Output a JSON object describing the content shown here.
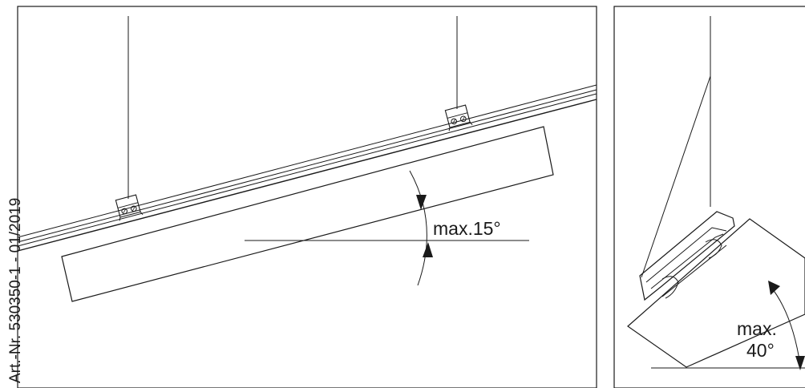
{
  "document_code": "Art.-Nr. 530350-1 - 01/2019",
  "left_view": {
    "angle_label": "max.15°"
  },
  "right_view": {
    "angle_label_line1": "max.",
    "angle_label_line2": "40°"
  },
  "colors": {
    "line": "#1a1a1a",
    "background": "#ffffff"
  }
}
